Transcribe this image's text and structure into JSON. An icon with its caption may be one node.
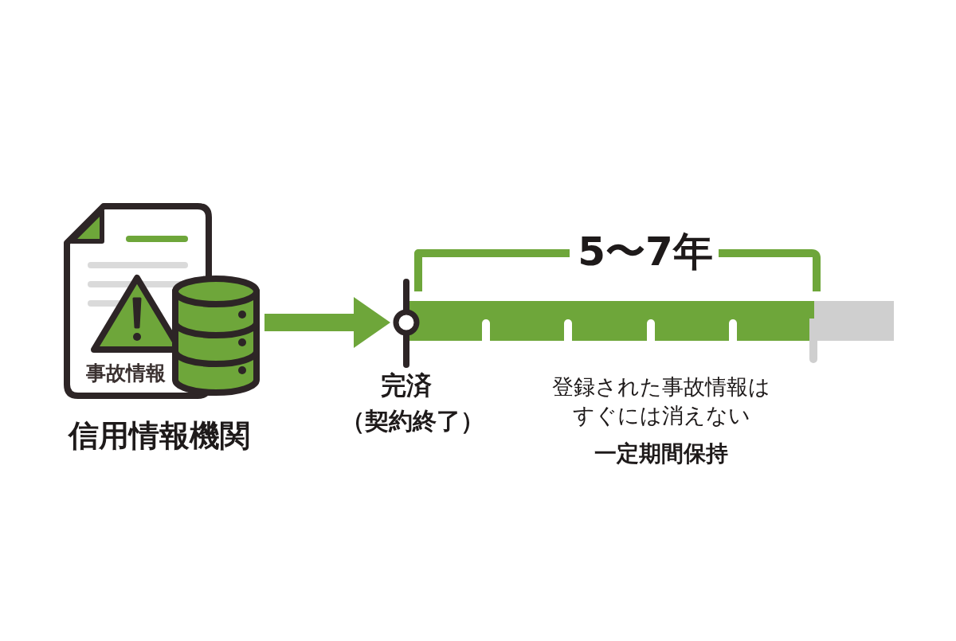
{
  "diagram": {
    "nodes": [
      {
        "text": [
          "事故情報"
        ],
        "beside": [
          "信用情報機関"
        ]
      },
      {
        "text": [],
        "shape": "circle",
        "beside": [
          "完済",
          "（契約終了）"
        ]
      }
    ],
    "edges": [
      {
        "from": 0,
        "to": 1,
        "arrow": "to"
      }
    ],
    "labels": [
      "5〜7年",
      "登録された事故情報はすぐには消えない",
      "一定期間保持"
    ]
  }
}
